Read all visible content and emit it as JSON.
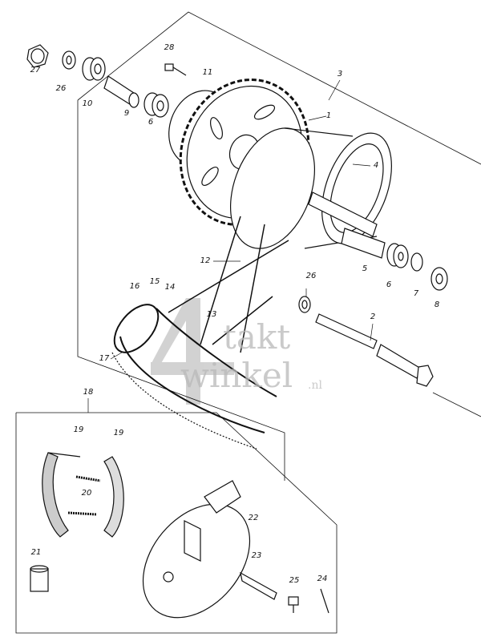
{
  "diagram": {
    "watermark": "4taktwinkel.nl",
    "watermark_parts": {
      "digit": "4",
      "top": "takt",
      "bottom": "winkel",
      "tld": ".nl"
    },
    "group_labels": [
      "3",
      "18"
    ],
    "part_labels": {
      "p27": "27",
      "p26a": "26",
      "p10": "10",
      "p9": "9",
      "p28": "28",
      "p6a": "6",
      "p11": "11",
      "p1": "1",
      "p3": "3",
      "p4": "4",
      "p5": "5",
      "p6b": "6",
      "p7": "7",
      "p8": "8",
      "p12": "12",
      "p26b": "26",
      "p2": "2",
      "p16": "16",
      "p15": "15",
      "p14": "14",
      "p13": "13",
      "p17": "17",
      "p18": "18",
      "p19a": "19",
      "p19b": "19",
      "p20": "20",
      "p22": "22",
      "p21": "21",
      "p23": "23",
      "p25": "25",
      "p24": "24"
    }
  }
}
